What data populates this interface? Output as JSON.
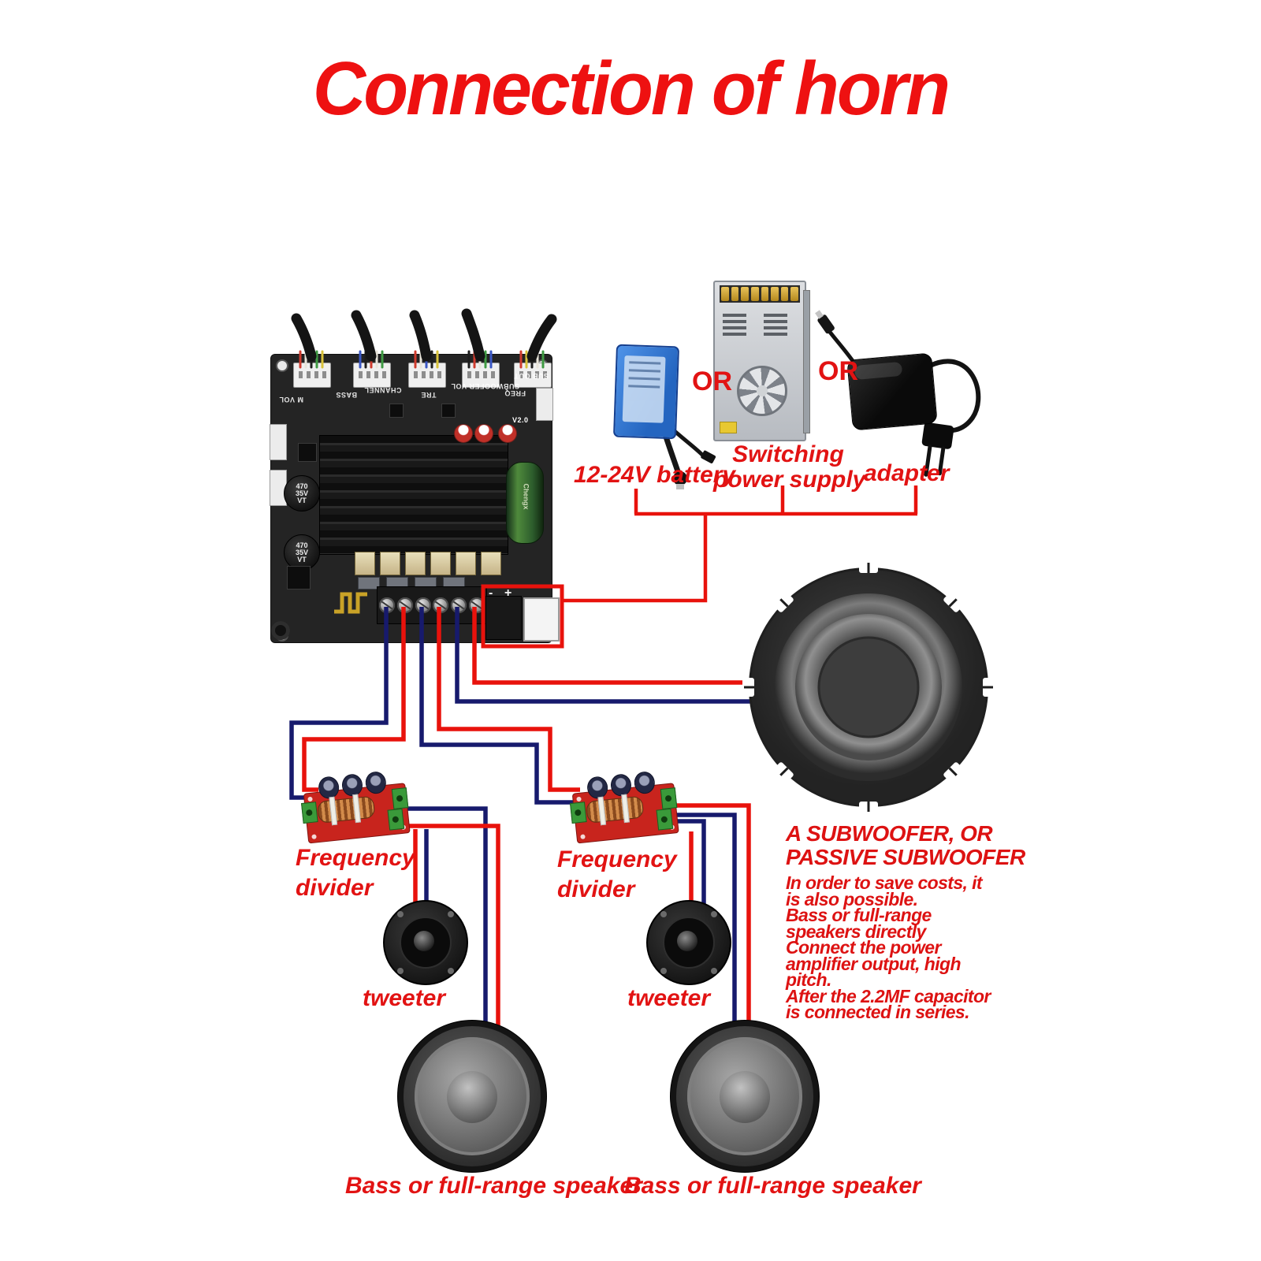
{
  "title": "Connection of horn",
  "power": {
    "or_left": "OR",
    "or_right": "OR",
    "battery_label": "12-24V battery",
    "psu_label_line1": "Switching",
    "psu_label_line2": "power supply",
    "adapter_label": "adapter"
  },
  "board": {
    "silkscreen": [
      "M VOL",
      "BASS",
      "CHANNEL",
      "TRE",
      "SUBWOOFER VOL",
      "FREQ",
      "SUB OUT"
    ],
    "capacitor_label": "470\n35V\nVT",
    "version": "V2.0",
    "brand": "Chengx",
    "polarity_minus": "-",
    "polarity_plus": "+"
  },
  "subwoofer_note": {
    "heading_line1": "A SUBWOOFER, OR",
    "heading_line2": "PASSIVE SUBWOOFER",
    "body": [
      "In order to save costs, it",
      "is also possible.",
      "Bass or full-range",
      "speakers directly",
      "Connect the power",
      "amplifier output, high",
      "pitch.",
      "After the 2.2MF capacitor",
      "is connected in series."
    ]
  },
  "divider": {
    "label_line1": "Frequency",
    "label_line2": "divider"
  },
  "tweeter_label": "tweeter",
  "bass_label": "Bass or full-range speaker",
  "colors": {
    "accent_red": "#e21313",
    "wire_red": "#e8120c",
    "wire_blue": "#171a6d"
  }
}
